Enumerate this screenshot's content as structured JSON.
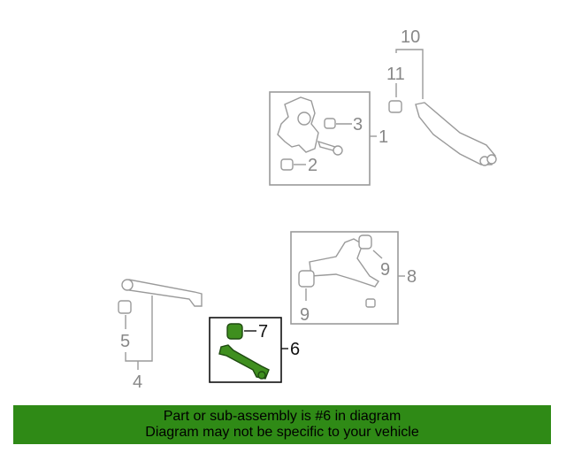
{
  "diagram": {
    "callouts": {
      "c1": "1",
      "c2": "2",
      "c3": "3",
      "c4": "4",
      "c5": "5",
      "c6": "6",
      "c7": "7",
      "c8": "8",
      "c9a": "9",
      "c9b": "9",
      "c10": "10",
      "c11": "11"
    },
    "highlighted_part": "6",
    "colors": {
      "highlight": "#3f8f1f",
      "line": "#9a9a9a",
      "banner": "#2f8a16"
    }
  },
  "footer": {
    "line1": "Part or sub-assembly is #6 in diagram",
    "line2": "Diagram may not be specific to your vehicle"
  }
}
